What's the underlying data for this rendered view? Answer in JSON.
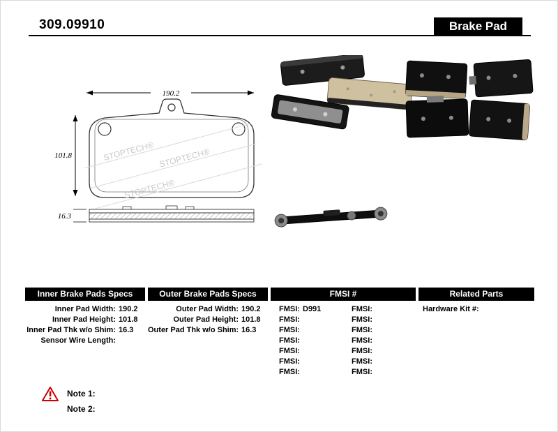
{
  "header": {
    "part_number": "309.09910",
    "title": "Brake Pad"
  },
  "diagram": {
    "width": "190.2",
    "height": "101.8",
    "thickness": "16.3",
    "watermark": "STOPTECH®"
  },
  "specs": {
    "inner": {
      "title": "Inner Brake Pads Specs",
      "rows": [
        {
          "label": "Inner Pad Width:",
          "value": "190.2"
        },
        {
          "label": "Inner Pad Height:",
          "value": "101.8"
        },
        {
          "label": "Inner Pad Thk w/o Shim:",
          "value": "16.3"
        },
        {
          "label": "Sensor Wire Length:",
          "value": ""
        }
      ]
    },
    "outer": {
      "title": "Outer Brake Pads Specs",
      "rows": [
        {
          "label": "Outer Pad Width:",
          "value": "190.2"
        },
        {
          "label": "Outer Pad Height:",
          "value": "101.8"
        },
        {
          "label": "Outer Pad Thk w/o Shim:",
          "value": "16.3"
        }
      ]
    },
    "fmsi": {
      "title": "FMSI #",
      "col1": [
        {
          "label": "FMSI:",
          "value": "D991"
        },
        {
          "label": "FMSI:",
          "value": ""
        },
        {
          "label": "FMSI:",
          "value": ""
        },
        {
          "label": "FMSI:",
          "value": ""
        },
        {
          "label": "FMSI:",
          "value": ""
        },
        {
          "label": "FMSI:",
          "value": ""
        },
        {
          "label": "FMSI:",
          "value": ""
        }
      ],
      "col2": [
        {
          "label": "FMSI:",
          "value": ""
        },
        {
          "label": "FMSI:",
          "value": ""
        },
        {
          "label": "FMSI:",
          "value": ""
        },
        {
          "label": "FMSI:",
          "value": ""
        },
        {
          "label": "FMSI:",
          "value": ""
        },
        {
          "label": "FMSI:",
          "value": ""
        },
        {
          "label": "FMSI:",
          "value": ""
        }
      ]
    },
    "related": {
      "title": "Related Parts",
      "rows": [
        {
          "label": "Hardware Kit #:",
          "value": ""
        }
      ]
    }
  },
  "notes": [
    {
      "label": "Note 1:"
    },
    {
      "label": "Note 2:"
    }
  ]
}
